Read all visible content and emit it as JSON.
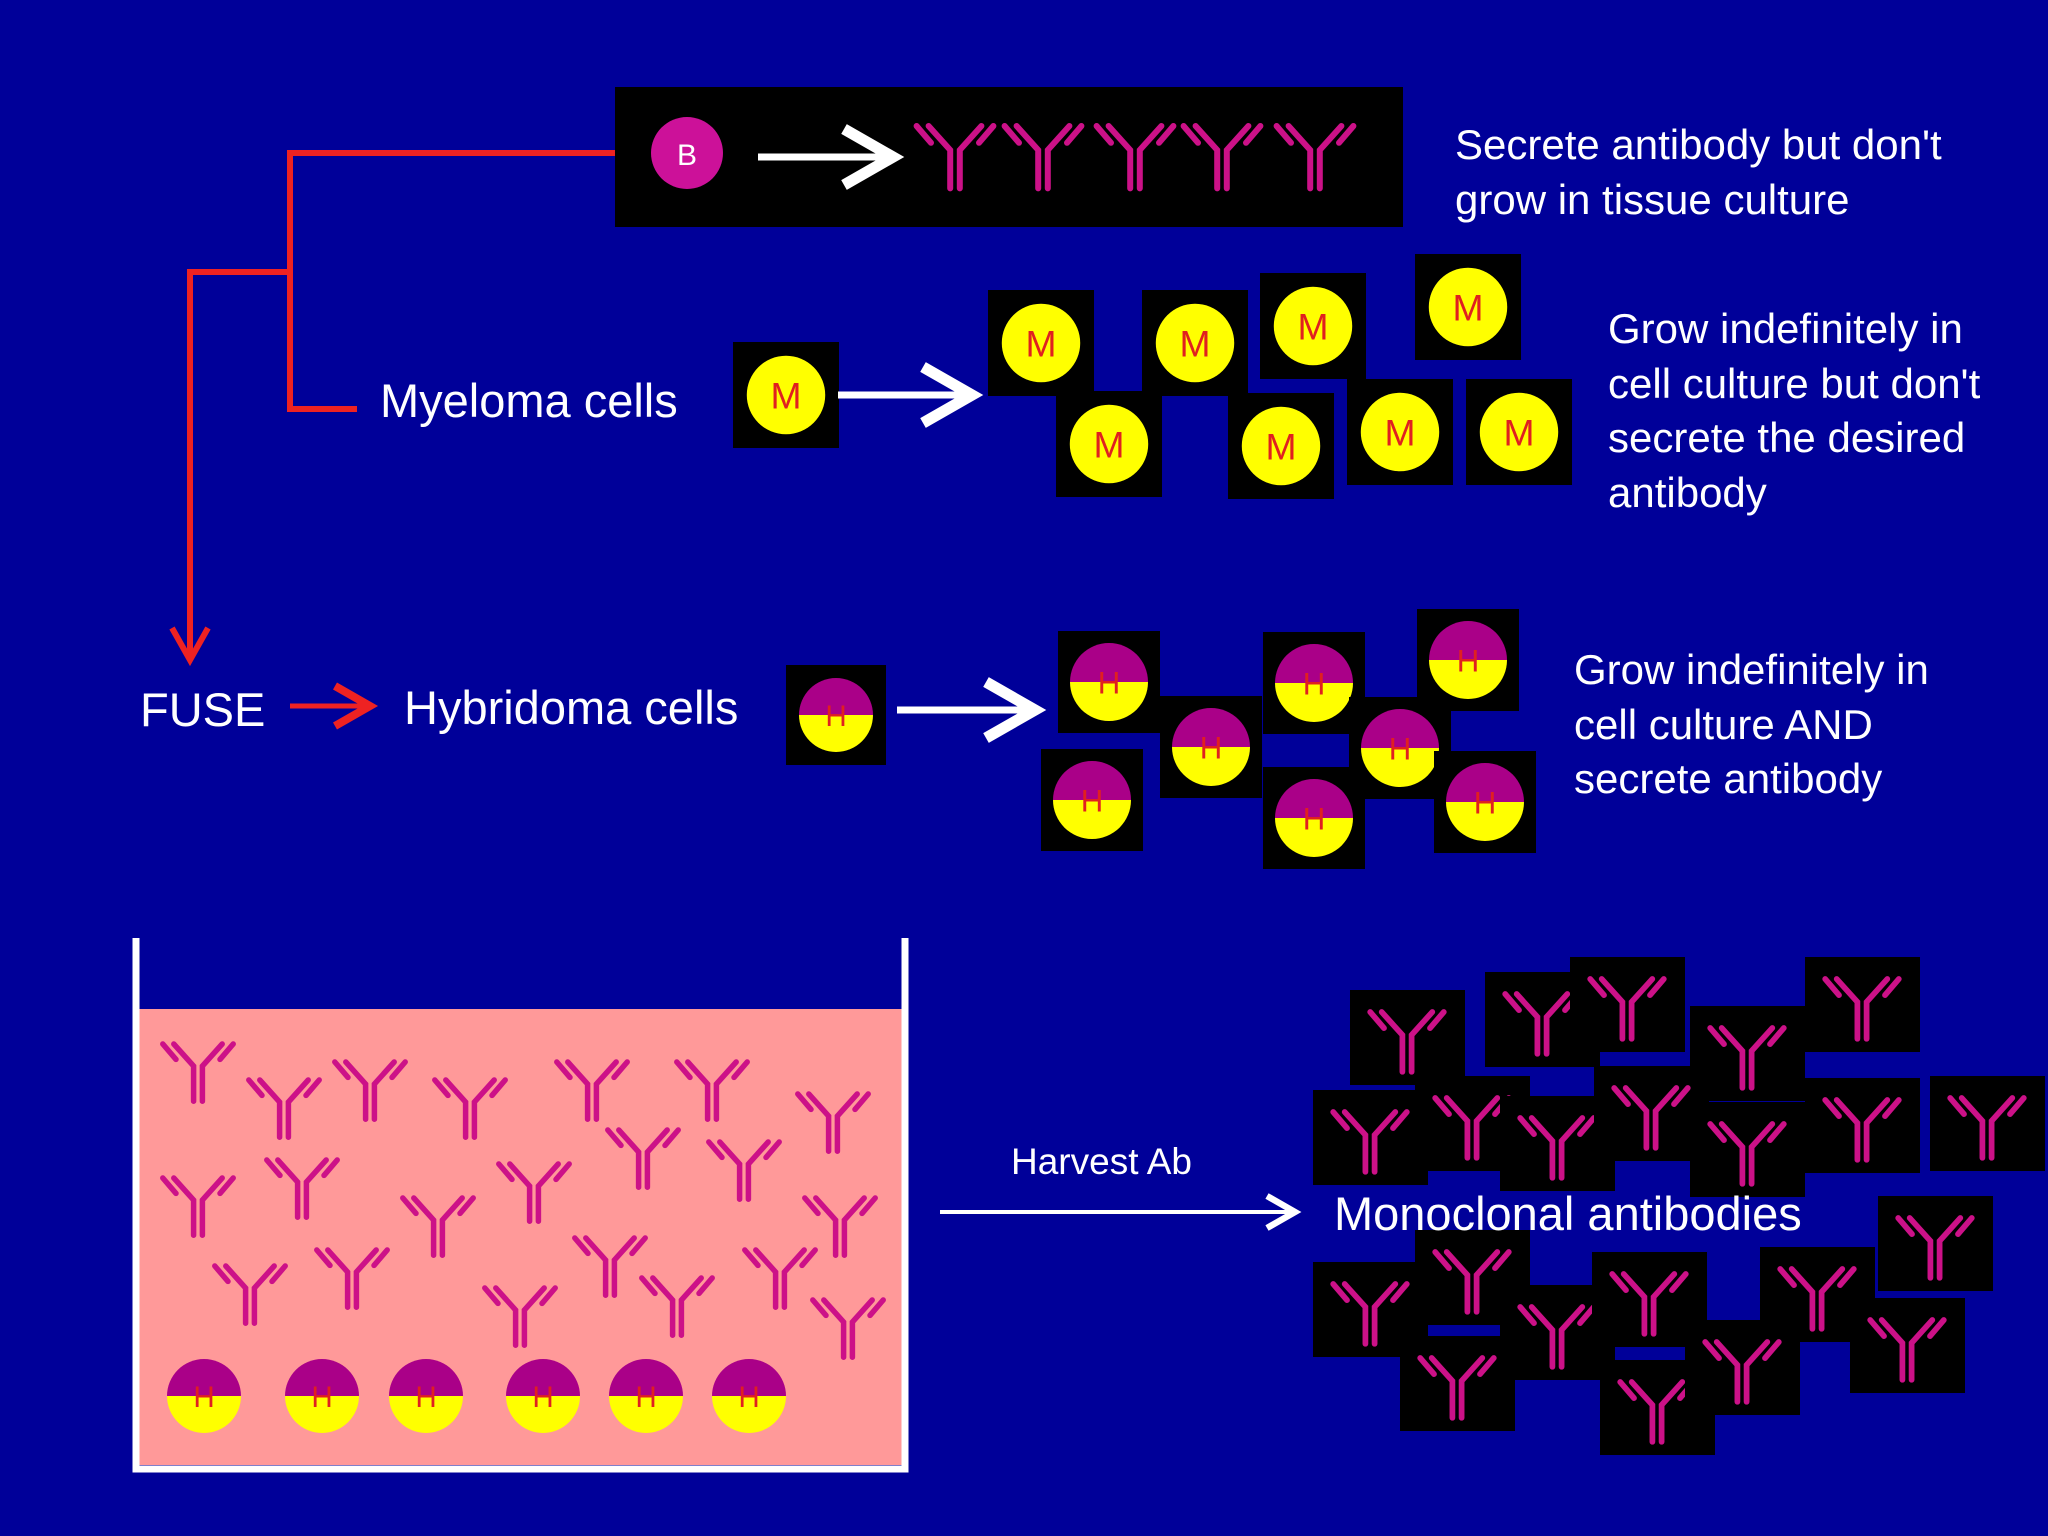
{
  "labels": {
    "myeloma": "Myeloma cells",
    "fuse": "FUSE",
    "hybridoma": "Hybridoma cells",
    "harvest": "Harvest Ab",
    "monoclonal": "Monoclonal antibodies"
  },
  "descriptions": {
    "b_cells": [
      "Secrete antibody but don't",
      "grow in tissue culture"
    ],
    "myeloma": [
      "Grow indefinitely in",
      "cell culture but don't",
      "secrete the desired",
      "antibody"
    ],
    "hybridoma": [
      "Grow indefinitely in",
      "cell culture AND",
      "secrete antibody"
    ]
  },
  "cell_letters": {
    "b_cell": "B",
    "myeloma": "M",
    "hybridoma": "H"
  },
  "colors": {
    "background": "#000099",
    "antibody": "#cc1188",
    "myeloma_fill": "#ffff00",
    "hybridoma_top": "#aa0088",
    "hybridoma_bottom": "#ffff00",
    "flask_medium": "#ff9999",
    "connector": "#ee2222",
    "arrow": "#ffffff"
  }
}
